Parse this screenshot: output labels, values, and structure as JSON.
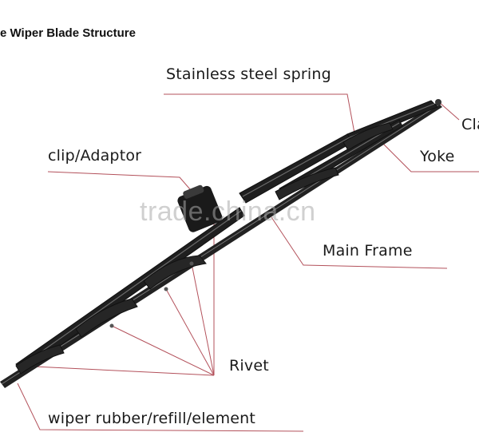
{
  "title": "e  Wiper Blade Structure",
  "labels": {
    "spring": "Stainless steel spring",
    "clip_right": "Cla",
    "yoke": "Yoke",
    "clip_adaptor": "clip/Adaptor",
    "main_frame": "Main Frame",
    "rivet": "Rivet",
    "rubber": "wiper rubber/refill/element"
  },
  "watermark": "trade.china.cn",
  "colors": {
    "leader_line": "#b3515b",
    "blade": "#222222",
    "blade_highlight": "#6a6a6a"
  }
}
